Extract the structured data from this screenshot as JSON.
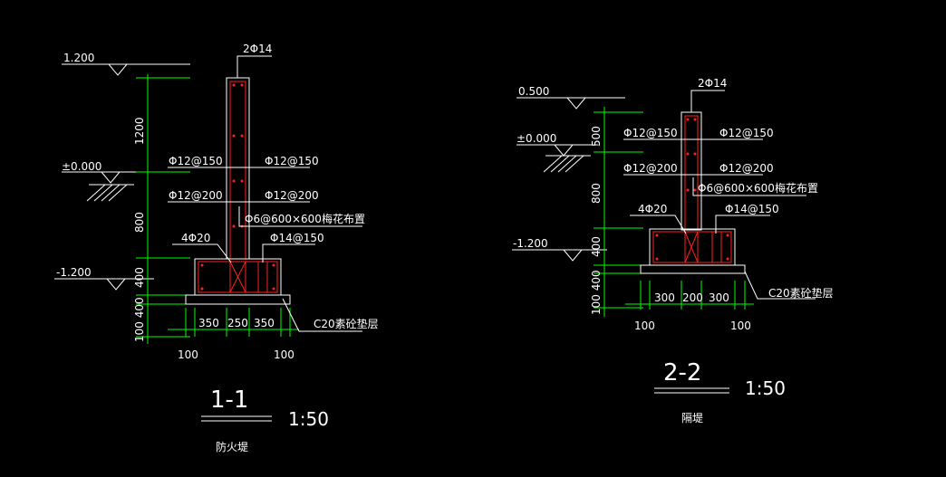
{
  "colors": {
    "background": "#000000",
    "dimension": "#00ff00",
    "concrete": "#ffffff",
    "rebar": "#ff2020"
  },
  "section1": {
    "elev_top": "1.200",
    "elev_ground": "±0.000",
    "elev_bottom": "-1.200",
    "top_bars": "2Φ14",
    "stirrup_left": "Φ12@150",
    "stirrup_right": "Φ12@150",
    "bar_left": "Φ12@200",
    "bar_right": "Φ12@200",
    "tie": "Φ6@600×600梅花布置",
    "base_bars": "4Φ20",
    "base_stirrup": "Φ14@150",
    "cushion": "C20素砼垫层",
    "dim_v1": "1200",
    "dim_v2": "800",
    "dim_v3": "400",
    "dim_v4": "100 400",
    "dim_w1": "350",
    "dim_w2": "250",
    "dim_w3": "350",
    "dim_left": "100",
    "dim_right": "100",
    "title": "1-1",
    "scale": "1:50",
    "name": "防火堤"
  },
  "section2": {
    "elev_top": "0.500",
    "elev_ground": "±0.000",
    "elev_bottom": "-1.200",
    "top_bars": "2Φ14",
    "stirrup_left": "Φ12@150",
    "stirrup_right": "Φ12@150",
    "bar_left": "Φ12@200",
    "bar_right": "Φ12@200",
    "tie": "Φ6@600×600梅花布置",
    "base_bars": "4Φ20",
    "base_stirrup": "Φ14@150",
    "cushion": "C20素砼垫层",
    "dim_v1": "500",
    "dim_v2": "800",
    "dim_v3": "400",
    "dim_v4": "100 400",
    "dim_w1": "300",
    "dim_w2": "200",
    "dim_w3": "300",
    "dim_left": "100",
    "dim_right": "100",
    "title": "2-2",
    "scale": "1:50",
    "name": "隔堤"
  }
}
